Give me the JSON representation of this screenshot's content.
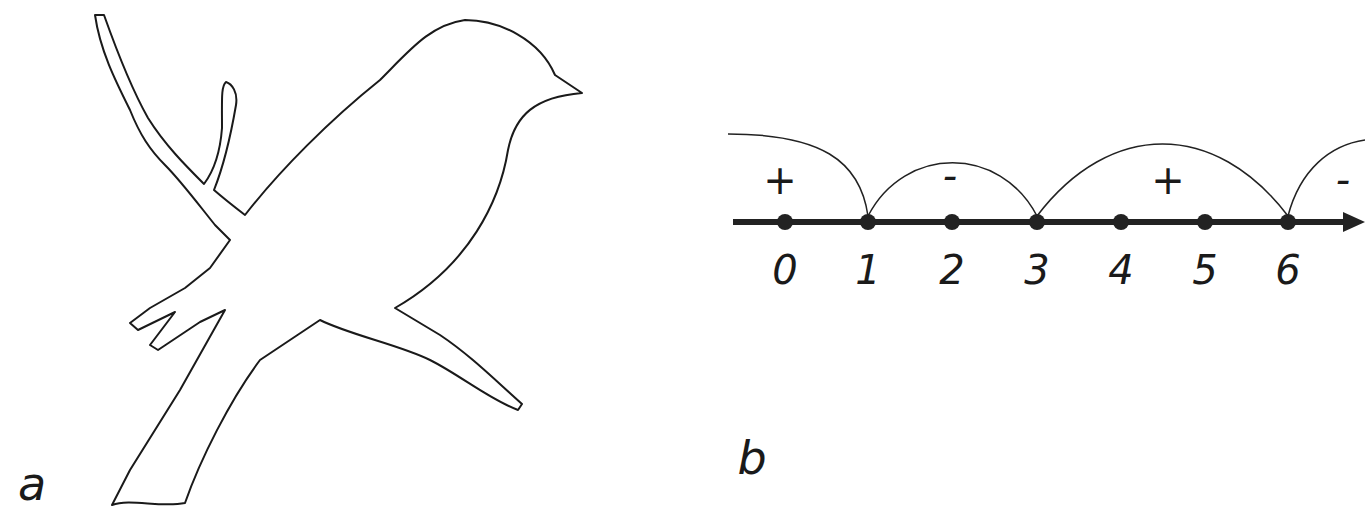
{
  "diagram": {
    "labels": [
      "a",
      "b",
      "+",
      "-",
      "+",
      "-",
      "0",
      "1",
      "2",
      "3",
      "4",
      "5",
      "6"
    ]
  }
}
